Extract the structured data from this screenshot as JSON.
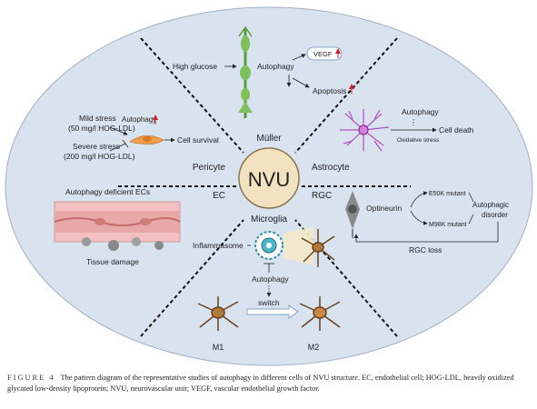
{
  "center": {
    "label": "NVU"
  },
  "cell_types": {
    "muller": "Müller",
    "astrocyte": "Astrocyte",
    "rgc": "RGC",
    "microglia": "Microglia",
    "ec": "EC",
    "pericyte": "Pericyte"
  },
  "muller_panel": {
    "high_glucose": "High glucose",
    "autophagy": "Autophagy",
    "vegf": "VEGF",
    "apoptosis": "Apoptosis"
  },
  "astrocyte_panel": {
    "autophagy": "Autophagy",
    "oxidative_stress": "Oxidative stress",
    "cell_death": "Cell death"
  },
  "rgc_panel": {
    "optineurin": "Optineurin",
    "e50k": "E50K mutant",
    "m98k": "M98K mutant",
    "disorder_line1": "Autophagic",
    "disorder_line2": "disorder",
    "rgc_loss": "RGC loss"
  },
  "microglia_panel": {
    "inflammasome": "Inflammasome",
    "autophagy": "Autophagy",
    "switch": "switch",
    "m1": "M1",
    "m2": "M2"
  },
  "ec_panel": {
    "title": "Autophagy deficient ECs",
    "tissue_damage": "Tissue damage"
  },
  "pericyte_panel": {
    "mild_line1": "Mild stress",
    "mild_line2": "(50 mg/l HOG-LDL)",
    "severe_line1": "Severe stress",
    "severe_line2": "(200 mg/l HOG-LDL)",
    "autophagy": "Autophagy",
    "cell_survival": "Cell survival"
  },
  "caption": {
    "figure_label": "FIGURE 4",
    "text": "The pattern diagram of the representative studies of autophagy in different cells of NVU structure. EC, endothelial cell; HOG-LDL, heavily oxidized glycated low-density lipoprotein; NVU, neurovascular unit; VEGF, vascular endothelial growth factor."
  },
  "colors": {
    "ellipse_fill": "#d9e3ef",
    "center_fill": "#f3e2c2",
    "center_stroke": "#8a7650",
    "up_arrow": "#d3202f",
    "muller_cell": "#7dbf5a",
    "astrocyte": "#b14fc0",
    "microglia": "#8a5a2b",
    "vessel": "#e8a8a8",
    "pericyte": "#f0a04b"
  }
}
